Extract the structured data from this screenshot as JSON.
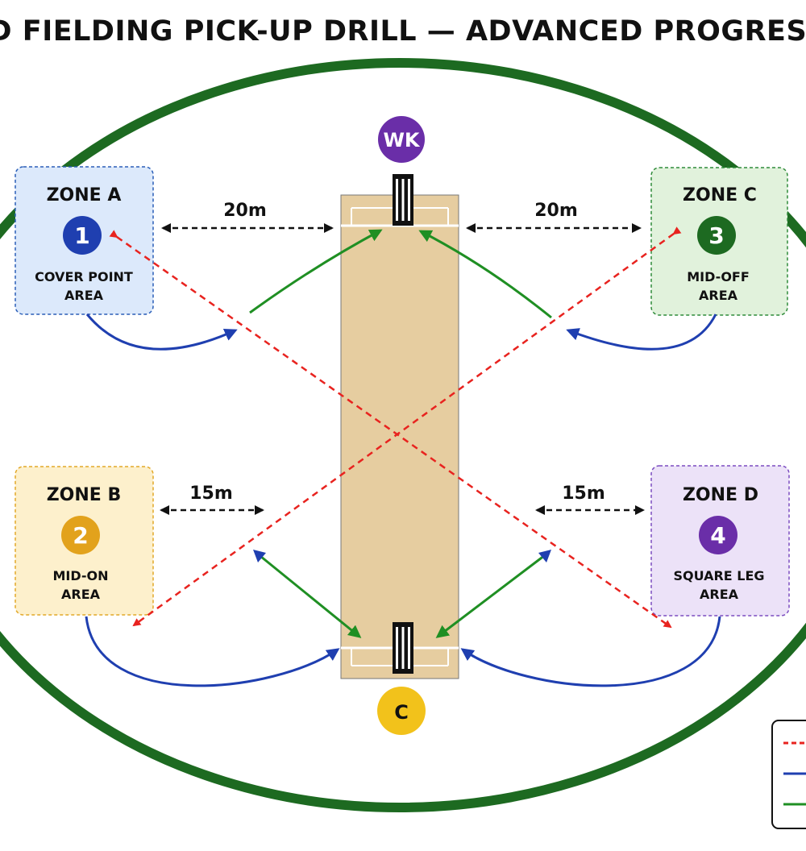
{
  "title": "ROUND FIELDING PICK-UP DRILL — ADVANCED PROGRESSION",
  "zones": {
    "a": {
      "title": "ZONE A",
      "number": "1",
      "line1": "COVER POINT",
      "line2": "AREA",
      "fill": "#dce9fb",
      "border": "#2b5fb8",
      "badge": "#1f3fb0"
    },
    "b": {
      "title": "ZONE B",
      "number": "2",
      "line1": "MID-ON",
      "line2": "AREA",
      "fill": "#fdf0cc",
      "border": "#e2a828",
      "badge": "#e2a21c"
    },
    "c": {
      "title": "ZONE C",
      "number": "3",
      "line1": "MID-OFF",
      "line2": "AREA",
      "fill": "#e1f2dc",
      "border": "#2f8b3a",
      "badge": "#1d6a21"
    },
    "d": {
      "title": "ZONE D",
      "number": "4",
      "line1": "SQUARE LEG",
      "line2": "AREA",
      "fill": "#ece2f8",
      "border": "#7b4cc0",
      "badge": "#6a2ea8"
    }
  },
  "players": {
    "wicketkeeper": {
      "label": "WK",
      "fill": "#6a2ea8",
      "text": "#ffffff"
    },
    "catcher": {
      "label": "C",
      "fill": "#f2c21b",
      "text": "#111111"
    }
  },
  "distances": {
    "top_left": "20m",
    "top_right": "20m",
    "bottom_left": "15m",
    "bottom_right": "15m"
  },
  "colors": {
    "boundary": "#1d6a21",
    "pitch": "#e6cda0",
    "red_arrow": "#e8231f",
    "blue_arrow": "#1f3fb0",
    "green_arrow": "#1f8f23"
  }
}
